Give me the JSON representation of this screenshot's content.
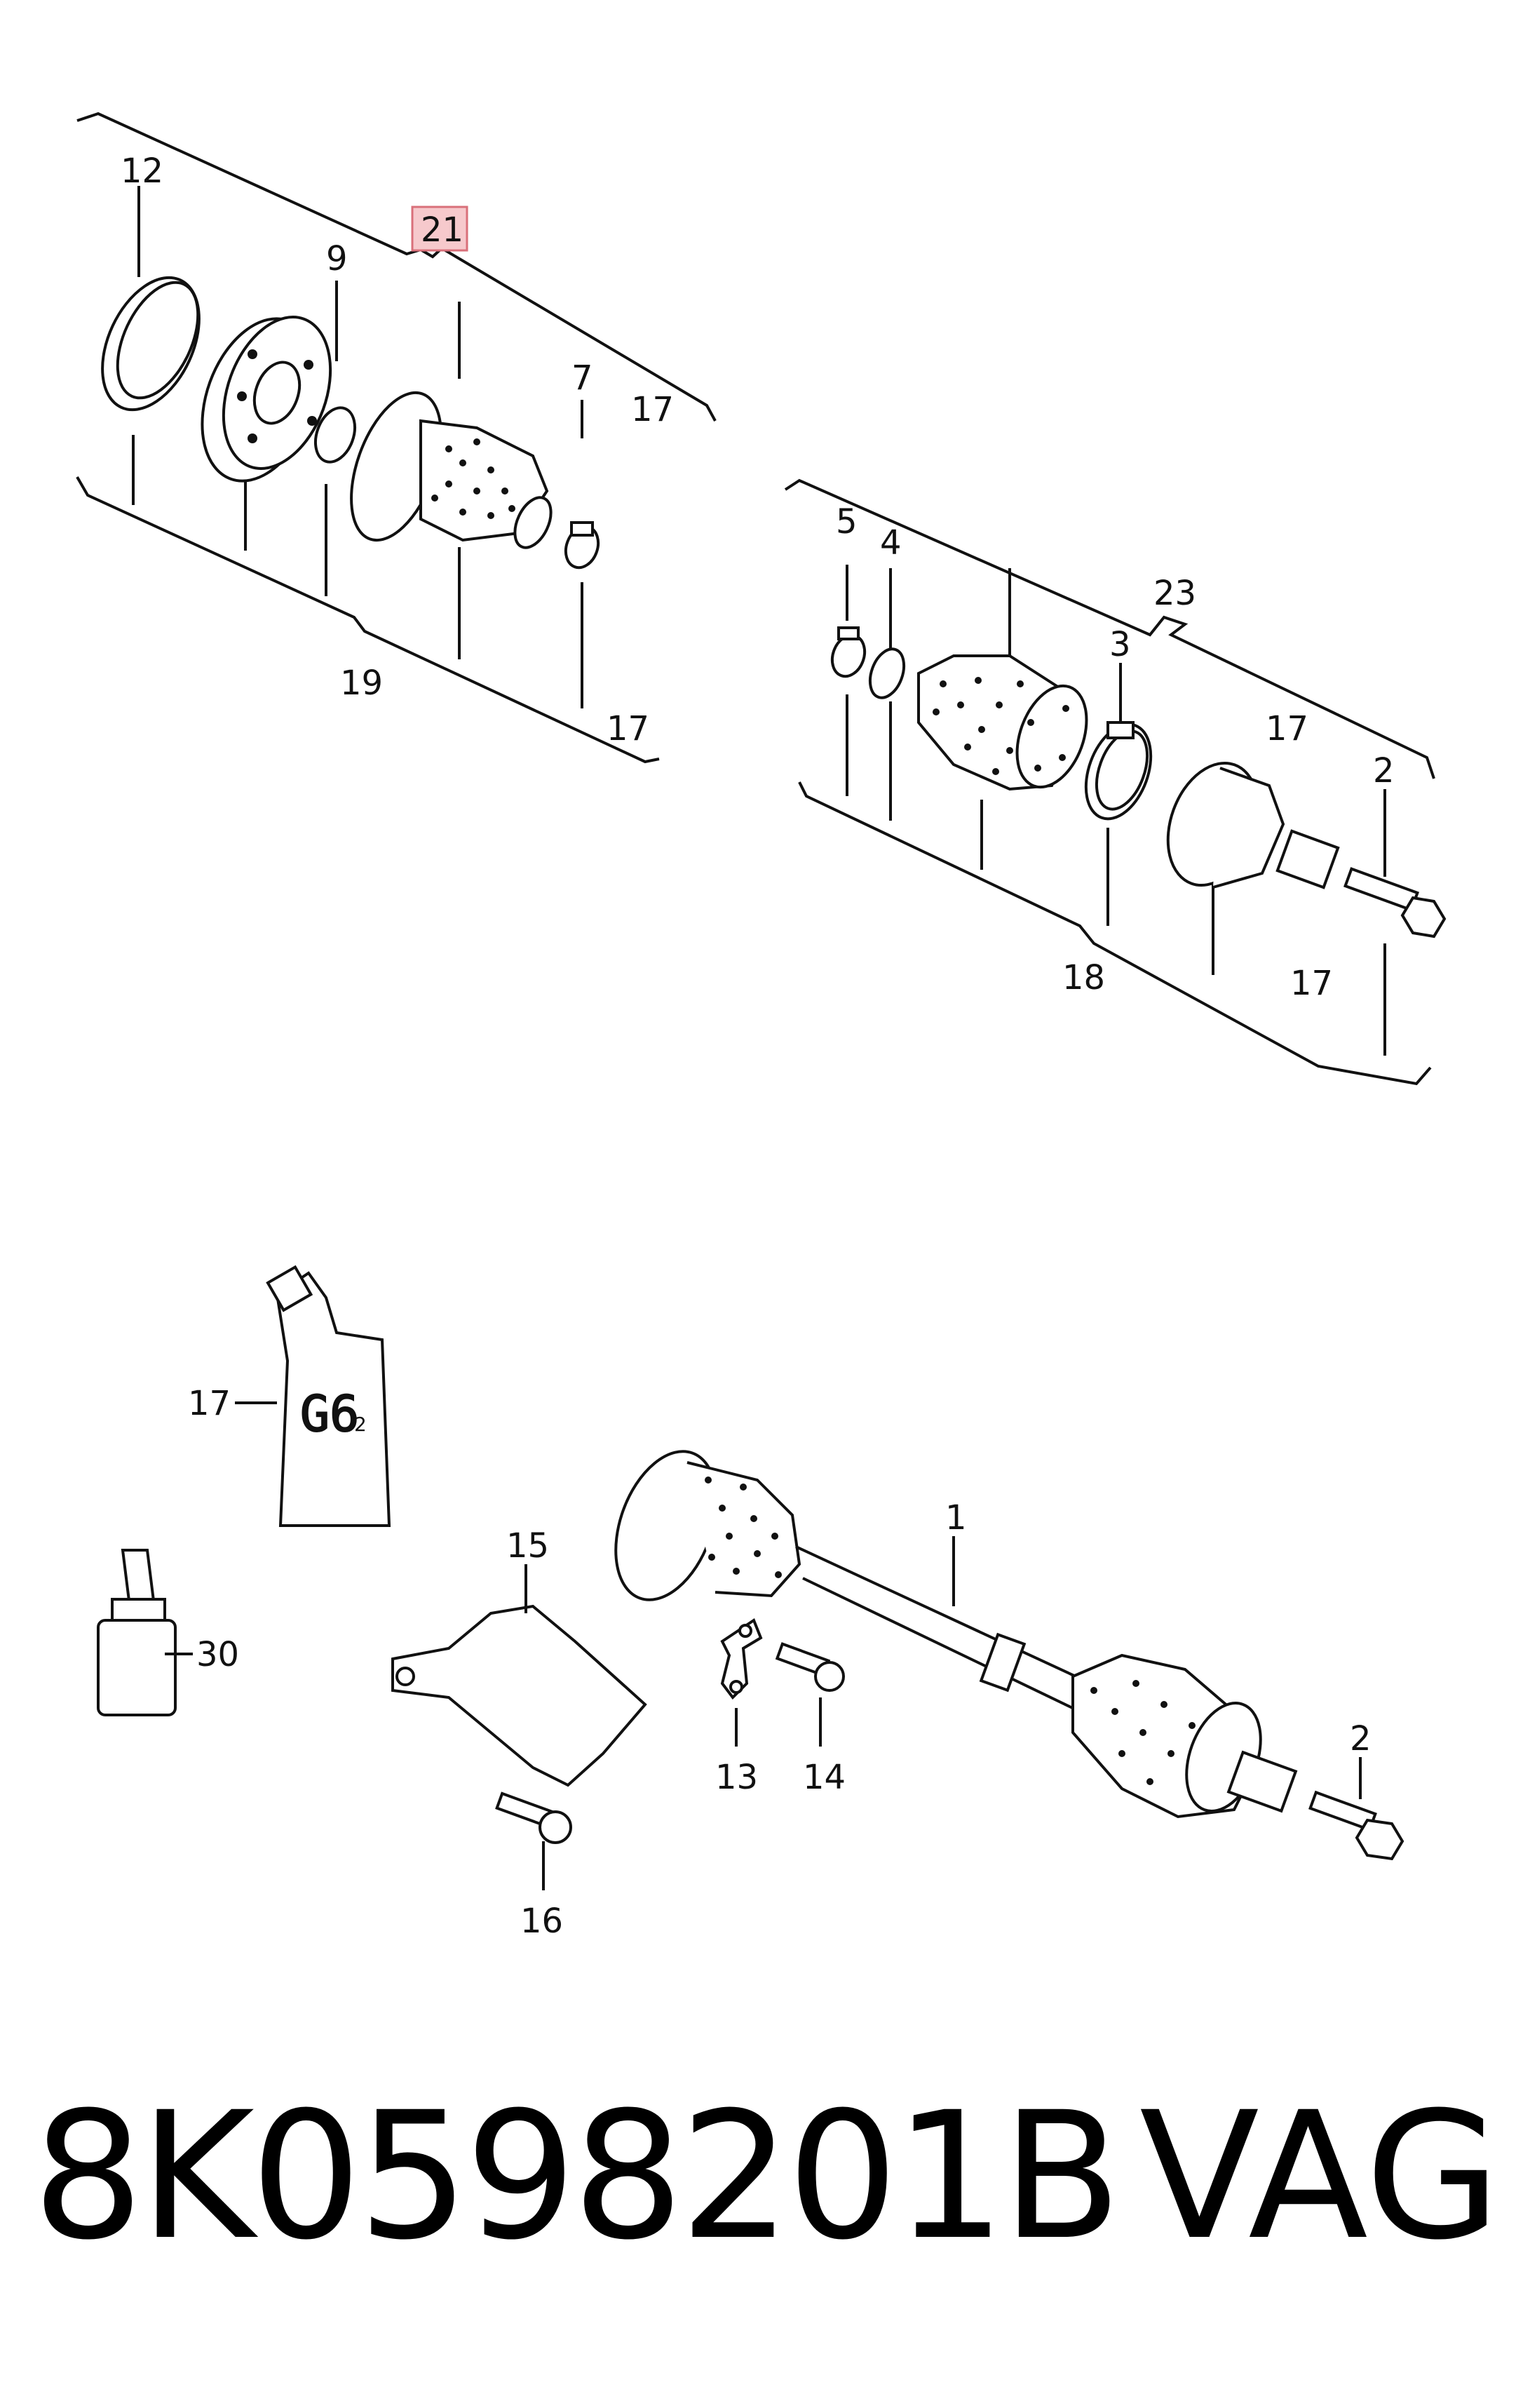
{
  "diagram": {
    "highlight_color": "#f6c9cc",
    "highlight_stroke": "#d9707a",
    "callouts": {
      "c12": "12",
      "c21": "21",
      "c9": "9",
      "c7": "7",
      "c17_a": "17",
      "c19": "19",
      "c17_b": "17",
      "c5": "5",
      "c4": "4",
      "c23": "23",
      "c3": "3",
      "c17_c": "17",
      "c2_a": "2",
      "c18": "18",
      "c17_d": "17",
      "c17_e": "17",
      "c1": "1",
      "c15": "15",
      "c30": "30",
      "c13": "13",
      "c14": "14",
      "c2_b": "2",
      "c16": "16"
    },
    "grease_tube_label": "G6",
    "grease_tube_sub": "2"
  },
  "footer": {
    "part_number": "8K0598201B",
    "brand": "VAG"
  }
}
